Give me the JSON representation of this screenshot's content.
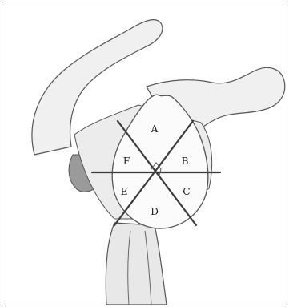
{
  "diagram": {
    "regions": [
      {
        "id": "A",
        "label": "A"
      },
      {
        "id": "B",
        "label": "B"
      },
      {
        "id": "C",
        "label": "C"
      },
      {
        "id": "D",
        "label": "D"
      },
      {
        "id": "E",
        "label": "E"
      },
      {
        "id": "F",
        "label": "F"
      }
    ],
    "colors": {
      "bone_fill": "#f0f0f0",
      "bone_stroke": "#555555",
      "shadow_fill": "#9a9a9a",
      "glenoid_fill": "#fbfbfb",
      "division_line": "#3a3a3a"
    }
  }
}
